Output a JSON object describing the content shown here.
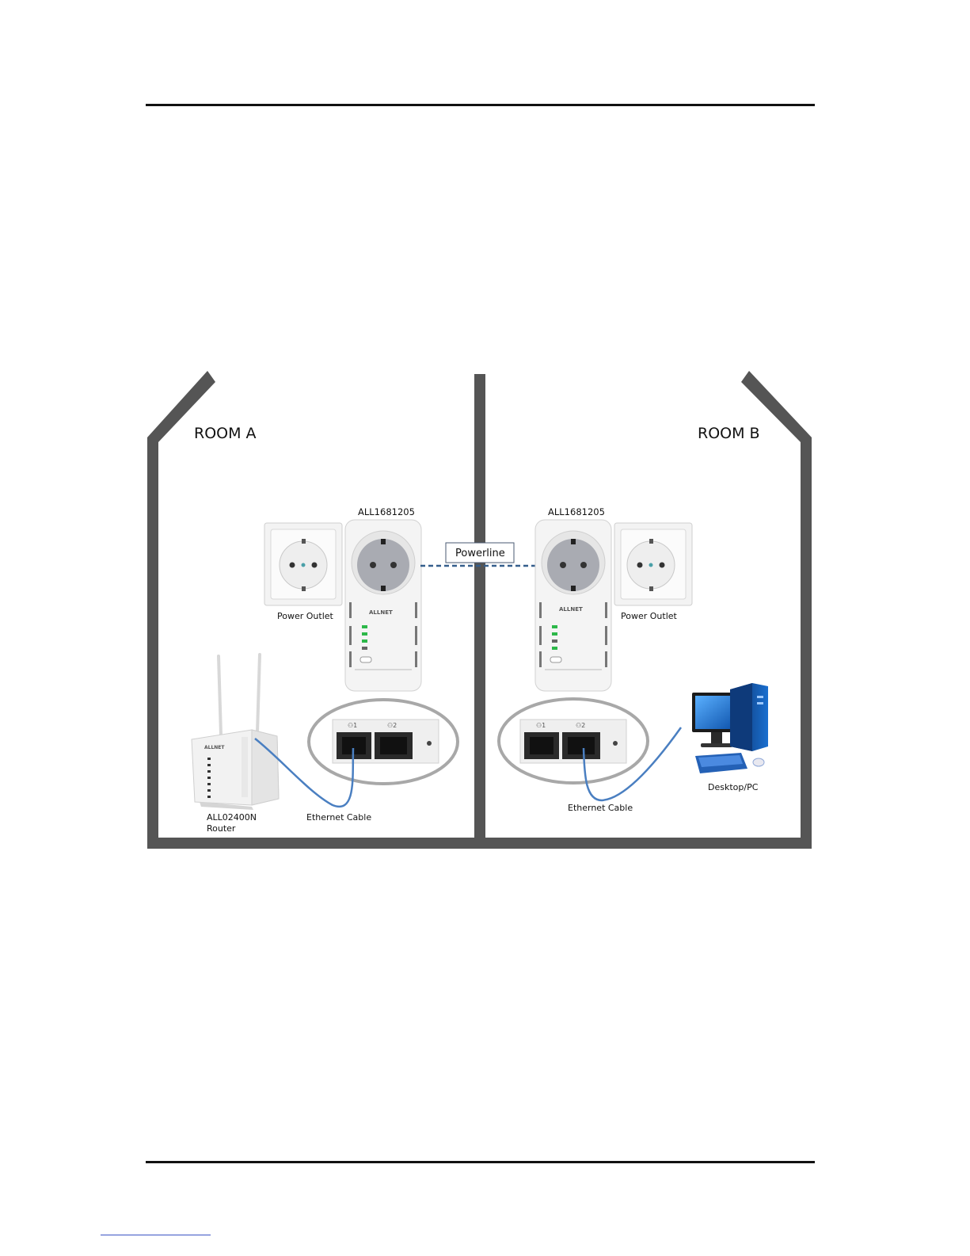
{
  "diagram": {
    "room_a_label": "ROOM A",
    "room_b_label": "ROOM B",
    "adapter_a_model": "ALL1681205",
    "adapter_b_model": "ALL1681205",
    "powerline_label": "Powerline",
    "outlet_a_label": "Power Outlet",
    "outlet_b_label": "Power Outlet",
    "router_model": "ALL02400N",
    "router_label": "Router",
    "cable_a_label": "Ethernet Cable",
    "cable_b_label": "Ethernet Cable",
    "pc_label": "Desktop/PC",
    "brand": "ALLNET",
    "colors": {
      "walls": "#555555",
      "cable": "#4a7fc1",
      "powerline_dash": "#355e8c",
      "led_green": "#2db84a",
      "pc_blue": "#1560b8"
    }
  }
}
